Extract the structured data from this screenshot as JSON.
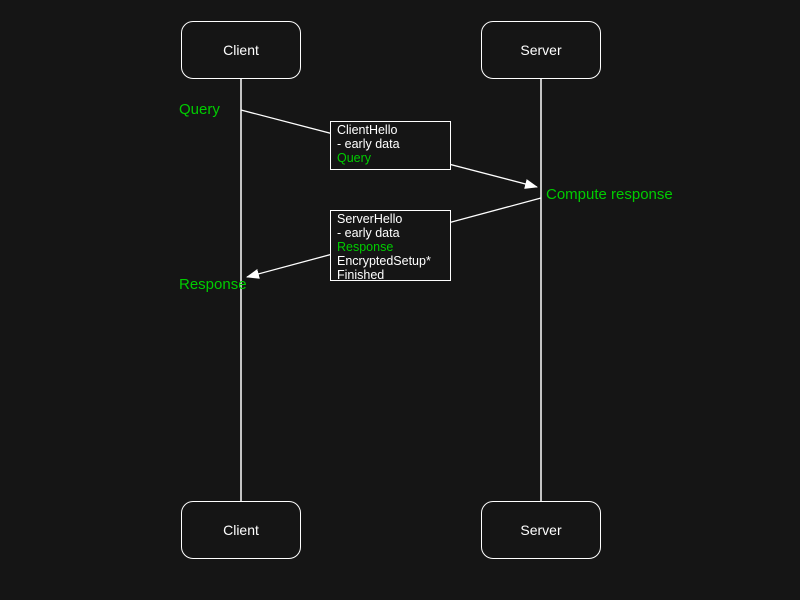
{
  "colors": {
    "background": "#151515",
    "stroke": "#ffffff",
    "text": "#ffffff",
    "green": "#00cc00"
  },
  "diagram": {
    "actors": {
      "client": "Client",
      "server": "Server"
    },
    "annotations": {
      "query": "Query",
      "compute_response": "Compute response",
      "response": "Response"
    },
    "messages": [
      {
        "id": "client-hello",
        "lines": [
          {
            "text": "ClientHello",
            "color": "white"
          },
          {
            "text": "- early data",
            "color": "white"
          },
          {
            "text": "Query",
            "color": "green"
          }
        ]
      },
      {
        "id": "server-hello",
        "lines": [
          {
            "text": "ServerHello",
            "color": "white"
          },
          {
            "text": "- early data",
            "color": "white"
          },
          {
            "text": "Response",
            "color": "green"
          },
          {
            "text": "EncryptedSetup*",
            "color": "white"
          },
          {
            "text": "Finished",
            "color": "white"
          }
        ]
      }
    ]
  }
}
